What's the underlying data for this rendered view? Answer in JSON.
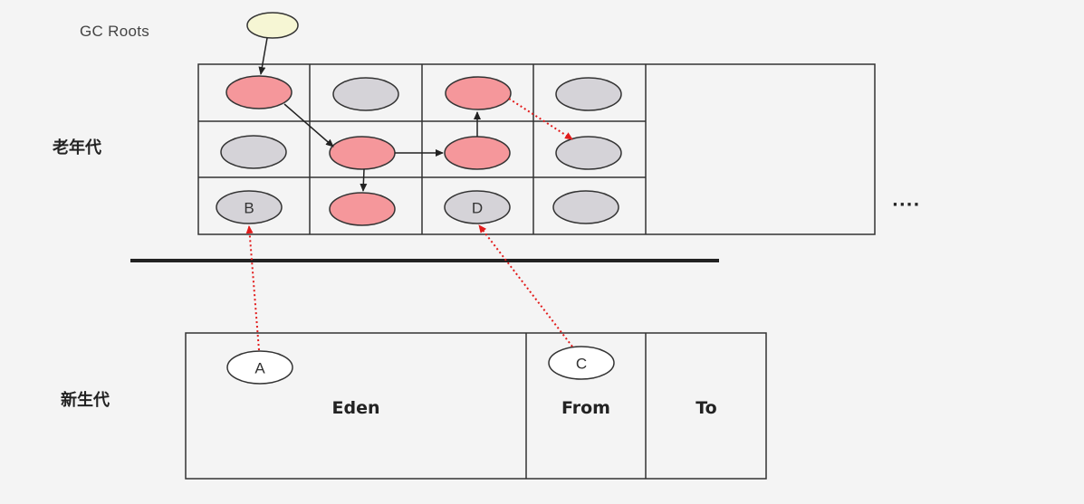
{
  "labels": {
    "gc_roots": "GC Roots",
    "old_generation": "老年代",
    "young_generation": "新生代",
    "eden": "Eden",
    "from": "From",
    "to": "To",
    "ellipsis": "····"
  },
  "objects": {
    "b": "B",
    "d": "D",
    "a": "A",
    "c": "C"
  },
  "colors": {
    "live_object": "#f5979b",
    "dead_object": "#d5d3d8",
    "gc_root": "#f6f6d4",
    "young_object": "#ffffff",
    "reference_arrow": "#222222",
    "cross_generation_reference": "#e21b1b",
    "grid_line": "#333333"
  }
}
